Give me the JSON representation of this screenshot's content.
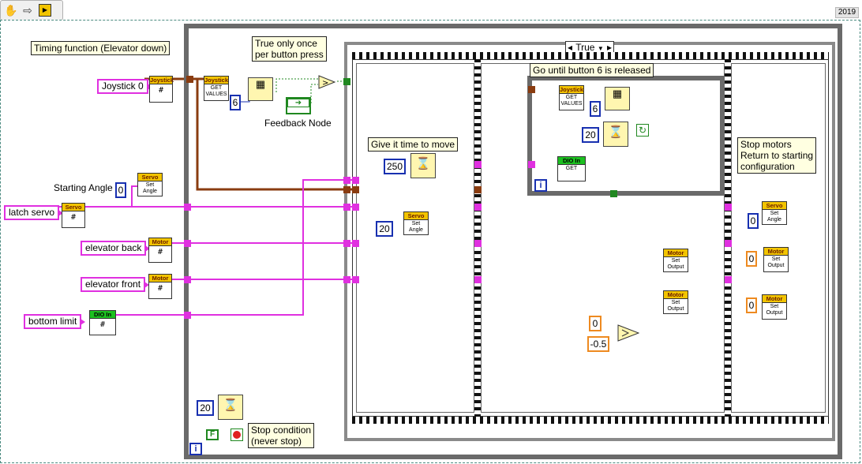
{
  "toolbar": {
    "icons": [
      "hand-icon",
      "run-arrow-icon",
      "labview-icon"
    ]
  },
  "version_badge": "2019",
  "comments": {
    "timing_function": "Timing function (Elevator down)",
    "true_once": "True only once\nper button press",
    "give_time": "Give it time to move",
    "go_until": "Go until button 6 is released",
    "stop_motors": "Stop motors\nReturn to starting\nconfiguration",
    "stop_condition": "Stop condition\n(never stop)"
  },
  "labels": {
    "feedback_node": "Feedback Node",
    "starting_angle": "Starting Angle"
  },
  "controls": {
    "joystick": "Joystick 0",
    "latch_servo": "latch servo",
    "elevator_back": "elevator back",
    "elevator_front": "elevator front",
    "bottom_limit": "bottom limit"
  },
  "case_selector": {
    "value": "True",
    "left_arrow": "◂",
    "right_arrow": "▸"
  },
  "vis": {
    "joystick_header": "Joystick",
    "get_values": "GET\nVALUES",
    "servo_header": "Servo",
    "set_angle": "Set\nAngle",
    "motor_header": "Motor",
    "set_output": "Set\nOutput",
    "dio_header": "DIO In",
    "get": "GET"
  },
  "constants": {
    "index_6a": "6",
    "index_6b": "6",
    "starting_angle_value": "0",
    "wait_250": "250",
    "wait_20_inner": "20",
    "servo_angle_20": "20",
    "wait_20_main": "20",
    "const_0_select": "0",
    "const_neg05": "-0.5",
    "servo_reset_0": "0",
    "motor_stop_0a": "0",
    "motor_stop_0b": "0",
    "false_const": "F",
    "iteration_i": "i"
  },
  "colors": {
    "refnum_wire": "#e030e0",
    "joystick_wire": "#8a3c10",
    "numeric_dbl": "#ee8a20",
    "numeric_int": "#1830b0",
    "boolean": "#208820",
    "loop_border": "#6a6a6a"
  }
}
